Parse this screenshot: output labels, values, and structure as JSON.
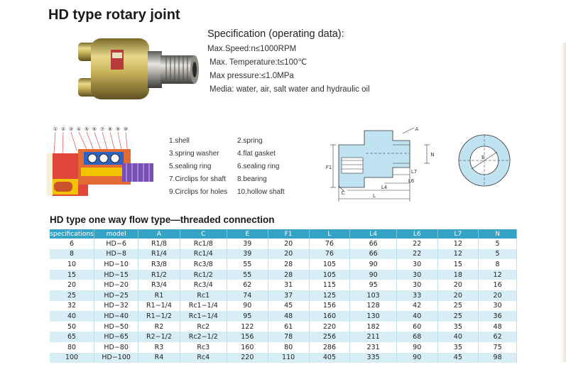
{
  "title": "HD type rotary joint",
  "spec": {
    "heading": "Specification (operating data):",
    "lines": [
      "Max.Speed:n≤1000RPM",
      "Max. Temperature:t≤100℃",
      "Max pressure:≤1.0MPa",
      "Media: water, air, salt water and hydraulic oil"
    ]
  },
  "cutaway_labels": [
    "①",
    "②",
    "③",
    "④",
    "⑤",
    "⑥",
    "⑦",
    "⑧",
    "⑨",
    "⑩"
  ],
  "parts": [
    [
      "1.shell",
      "2.spring"
    ],
    [
      "3.spring washer",
      "4.flat gasket"
    ],
    [
      "5.sealing ring",
      "6.sealing ring"
    ],
    [
      "7.Circlips for shaft",
      "8.bearing"
    ],
    [
      "9.Circlips for holes",
      "10.hollow shaft"
    ]
  ],
  "drawing_labels": {
    "a": "A",
    "n": "N",
    "f1": "F1",
    "l7": "L7",
    "l6": "L6",
    "c": "C",
    "l4": "L4",
    "l": "L",
    "e": "E"
  },
  "table": {
    "title": "HD type one way flow type—threaded connection",
    "headers": [
      "specifications",
      "model",
      "A",
      "C",
      "E",
      "F1",
      "L",
      "L4",
      "L6",
      "L7",
      "N"
    ],
    "rows": [
      [
        "6",
        "HD−6",
        "R1/8",
        "Rc1/8",
        "39",
        "20",
        "76",
        "66",
        "22",
        "12",
        "5"
      ],
      [
        "8",
        "HD−8",
        "R1/4",
        "Rc1/4",
        "39",
        "20",
        "76",
        "66",
        "22",
        "12",
        "5"
      ],
      [
        "10",
        "HD−10",
        "R3/8",
        "Rc3/8",
        "55",
        "28",
        "105",
        "90",
        "30",
        "15",
        "8"
      ],
      [
        "15",
        "HD−15",
        "R1/2",
        "Rc1/2",
        "55",
        "28",
        "105",
        "90",
        "30",
        "18",
        "12"
      ],
      [
        "20",
        "HD−20",
        "R3/4",
        "Rc3/4",
        "62",
        "31",
        "115",
        "95",
        "30",
        "20",
        "16"
      ],
      [
        "25",
        "HD−25",
        "R1",
        "Rc1",
        "74",
        "37",
        "125",
        "103",
        "33",
        "20",
        "20"
      ],
      [
        "32",
        "HD−32",
        "R1−1/4",
        "Rc1−1/4",
        "90",
        "45",
        "156",
        "128",
        "42",
        "25",
        "30"
      ],
      [
        "40",
        "HD−40",
        "R1−1/2",
        "Rc1−1/4",
        "95",
        "48",
        "160",
        "130",
        "40",
        "25",
        "36"
      ],
      [
        "50",
        "HD−50",
        "R2",
        "Rc2",
        "122",
        "61",
        "220",
        "182",
        "60",
        "35",
        "48"
      ],
      [
        "65",
        "HD−65",
        "R2−1/2",
        "Rc2−1/2",
        "156",
        "78",
        "256",
        "211",
        "68",
        "40",
        "62"
      ],
      [
        "80",
        "HD−80",
        "R3",
        "Rc3",
        "160",
        "80",
        "286",
        "231",
        "90",
        "35",
        "75"
      ],
      [
        "100",
        "HD−100",
        "R4",
        "Rc4",
        "220",
        "110",
        "405",
        "335",
        "90",
        "45",
        "98"
      ]
    ]
  }
}
